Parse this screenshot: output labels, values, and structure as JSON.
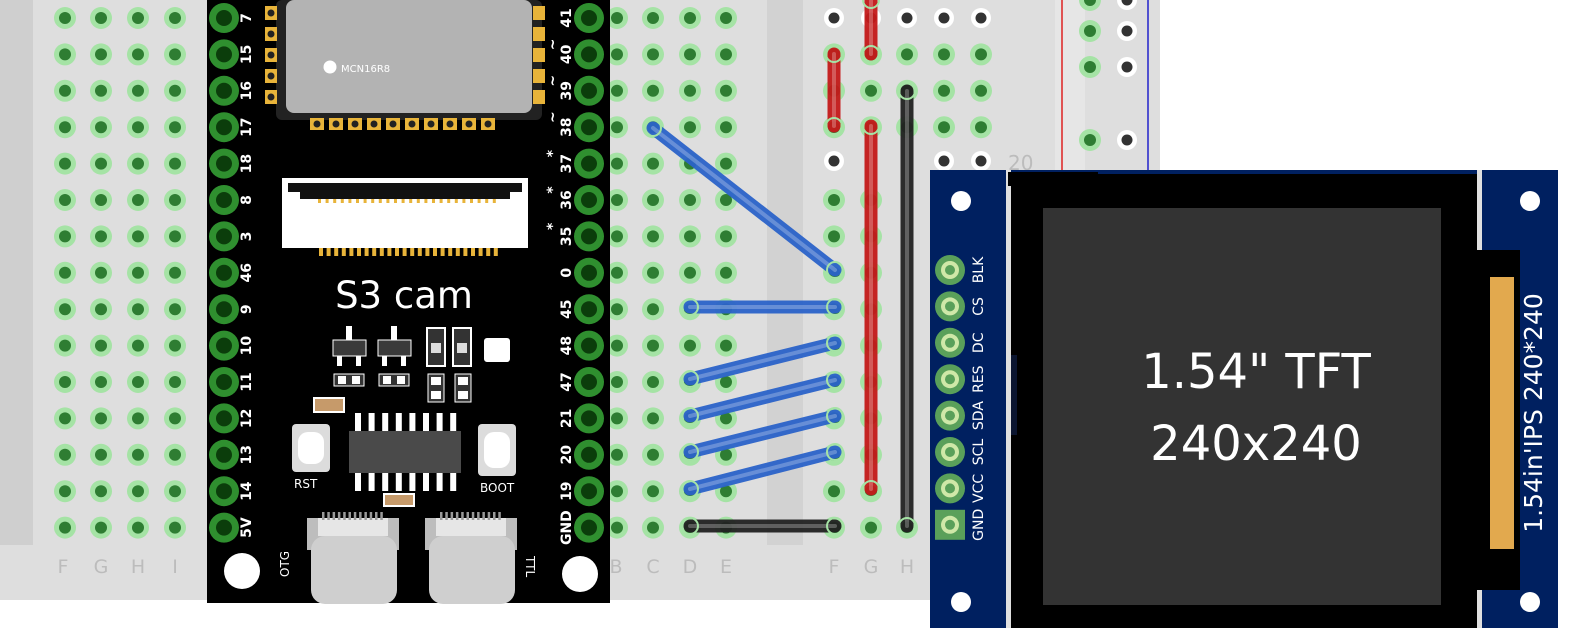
{
  "breadboard": {
    "column_labels_left": [
      "F",
      "G",
      "H",
      "I"
    ],
    "column_labels_right": [
      "B",
      "C",
      "D",
      "E",
      "F",
      "G",
      "H"
    ],
    "row_marker": "20"
  },
  "esp32": {
    "chip_label": "MCN16R8",
    "board_title": "S3 cam",
    "left_pins": [
      "7",
      "15",
      "16",
      "17",
      "18",
      "8",
      "3",
      "46",
      "9",
      "10",
      "11",
      "12",
      "13",
      "14",
      "5V"
    ],
    "right_pins": [
      "41",
      "40",
      "39",
      "38",
      "37",
      "36",
      "35",
      "0",
      "45",
      "48",
      "47",
      "21",
      "20",
      "19",
      "GND"
    ],
    "right_marks": [
      "",
      "~",
      "~",
      "~",
      "*",
      "*",
      "*",
      "",
      "",
      "",
      "",
      "",
      "",
      "",
      ""
    ],
    "rst_label": "RST",
    "boot_label": "BOOT",
    "otg_label": "OTG",
    "ttl_label": "TTL"
  },
  "tft": {
    "title_line1": "1.54\" TFT",
    "title_line2": "240x240",
    "side_label": "1.54in'IPS 240*240",
    "pins": [
      "BLK",
      "CS",
      "DC",
      "RES",
      "SDA",
      "SCL",
      "VCC",
      "GND"
    ]
  },
  "colors": {
    "board_bg": "#dedede",
    "hole_green": "#2e7d32",
    "hole_ring": "#a5e3a5",
    "pcb_black": "#000000",
    "header_green": "#2f8f2f",
    "wire_blue": "#2b63c9",
    "wire_red": "#c41a1a",
    "wire_black": "#222222",
    "tft_pcb": "#002060",
    "tft_screen": "#333333",
    "fpc_orange": "#e2a94e"
  },
  "icons": [
    "mounting-hole-icon",
    "usb-c-port-icon",
    "button-icon",
    "led-icon"
  ]
}
